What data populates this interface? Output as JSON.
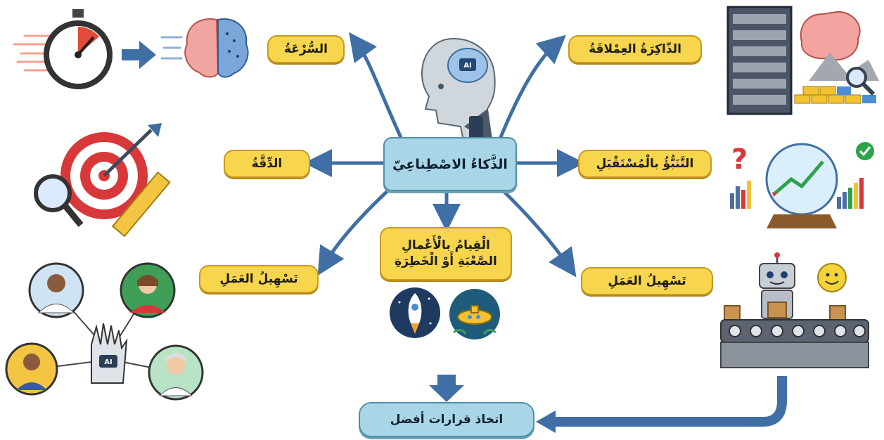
{
  "center": {
    "label": "الذَّكاءُ الاصْطِناعِيّ"
  },
  "nodes": {
    "speed": "السُّرْعَةُ",
    "giant_memory": "الذّاكِرَةُ العِمْلاقَةُ",
    "accuracy": "الدِّقَّةُ",
    "future_prediction": "التَّنَبُّؤُ بالْمُسْتَقْبَلِ",
    "hard_tasks_line1": "الْقِيامُ بالْأَعْمالِ",
    "hard_tasks_line2": "الصَّعْبَةِ أَوْ الْخَطِرَةِ",
    "ease_work_left": "تَسْهِيلُ العَمَلِ",
    "ease_work_right": "تَسْهِيلُ العَمَلِ"
  },
  "outcome": {
    "label": "اتخاذ قرارات أفضل"
  },
  "badges": {
    "ai_head_chip": "AI",
    "ai_hand_chip": "AI"
  },
  "colors": {
    "pill_fill": "#f7d54c",
    "box_fill": "#a9d6e6",
    "arrow": "#3f6fa5"
  }
}
